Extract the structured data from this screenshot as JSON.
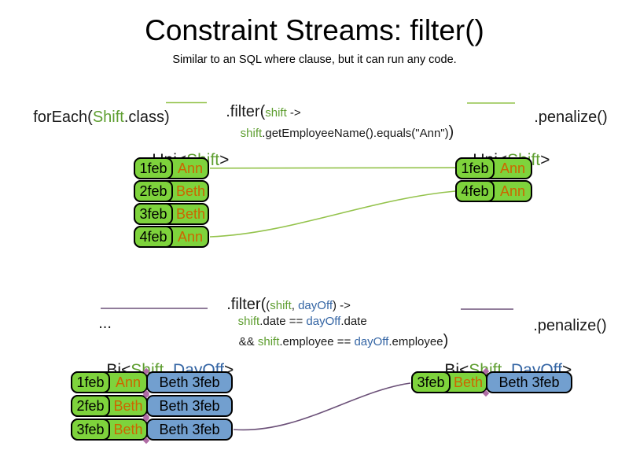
{
  "slide": {
    "title": "Constraint Streams: filter()",
    "subtitle": "Similar to an SQL where clause, but it can run any code."
  },
  "code1": {
    "foreach_pre": "forEach(",
    "foreach_type": "Shift",
    "foreach_post": ".class)",
    "filter_open": ".filter(",
    "filter_param": "shift",
    "filter_arrow": " ->",
    "body_param": "shift",
    "body_expr": ".getEmployeeName().equals(\"Ann\")",
    "body_close": ")",
    "penalize": ".penalize()"
  },
  "code2": {
    "dots": "...",
    "filter_open": ".filter(",
    "p_open": "(",
    "param1": "shift",
    "comma": ", ",
    "param2": "dayOff",
    "p_close": ")",
    "arrow": " ->",
    "l2_p1": "shift",
    "l2_op": ".date == ",
    "l2_p2": "dayOff",
    "l2_end": ".date",
    "l3_and": "&& ",
    "l3_p1": "shift",
    "l3_op": ".employee == ",
    "l3_p2": "dayOff",
    "l3_end": ".employee",
    "l3_close": ")",
    "penalize": ".penalize()"
  },
  "labels": {
    "uni_pre": "Uni<",
    "uni_type": "Shift",
    "uni_post": ">",
    "bi_pre": "Bi<",
    "bi_shift": "Shift",
    "bi_sep": ", ",
    "bi_dayoff": "DayOff",
    "bi_post": ">"
  },
  "tables": {
    "uni_left": [
      {
        "date": "1feb",
        "name": "Ann"
      },
      {
        "date": "2feb",
        "name": "Beth"
      },
      {
        "date": "3feb",
        "name": "Beth"
      },
      {
        "date": "4feb",
        "name": "Ann"
      }
    ],
    "uni_right": [
      {
        "date": "1feb",
        "name": "Ann"
      },
      {
        "date": "4feb",
        "name": "Ann"
      }
    ],
    "bi_left": [
      {
        "date": "1feb",
        "name": "Ann",
        "pair": "Beth 3feb"
      },
      {
        "date": "2feb",
        "name": "Beth",
        "pair": "Beth 3feb"
      },
      {
        "date": "3feb",
        "name": "Beth",
        "pair": "Beth 3feb"
      }
    ],
    "bi_right": [
      {
        "date": "3feb",
        "name": "Beth",
        "pair": "Beth 3feb"
      }
    ]
  },
  "colors": {
    "shift_green_text": "#5e9e30",
    "dayoff_blue_text": "#3465a4",
    "employee_orange_text": "#cc6600",
    "card_green": "#7ed33c",
    "card_blue": "#729fcf",
    "connector_green": "#94c34c",
    "connector_purple": "#6b5078",
    "junction_diamond": "#b06ca5"
  }
}
